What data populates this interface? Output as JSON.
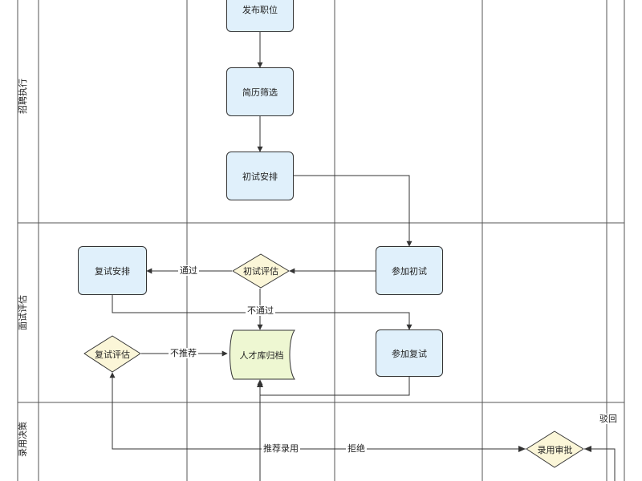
{
  "lanes": {
    "recruit": "招聘执行",
    "interview": "面试评估",
    "decision": "录用决策"
  },
  "nodes": {
    "publish": "发布职位",
    "screen": "简历筛选",
    "first_arrange": "初试安排",
    "attend_first": "参加初试",
    "first_eval": "初试评估",
    "second_arrange": "复试安排",
    "second_eval": "复试评估",
    "talent_pool": "人才库归档",
    "attend_second": "参加复试",
    "approval": "录用审批"
  },
  "edge_labels": {
    "pass": "通过",
    "fail": "不通过",
    "not_recommend": "不推荐",
    "recommend_hire": "推荐录用",
    "reject": "拒绝",
    "return": "驳回"
  },
  "colors": {
    "process_fill": "#e0f0fb",
    "decision_fill": "#fbf6d8",
    "storage_fill": "#eef7d2",
    "line": "#333333"
  }
}
